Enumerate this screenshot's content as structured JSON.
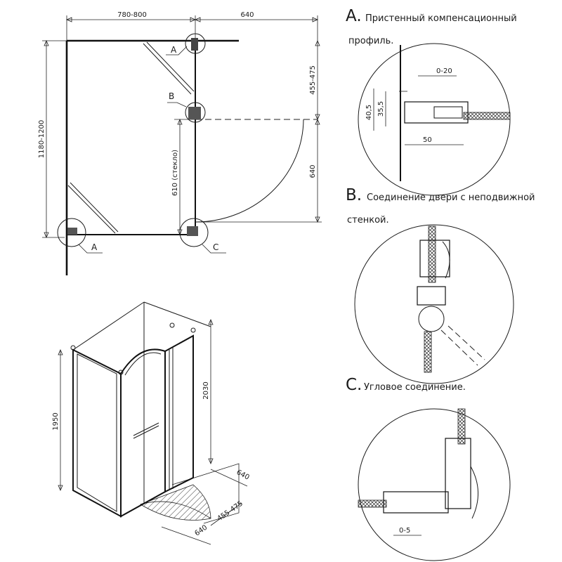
{
  "plan": {
    "dim_width": "780-800",
    "dim_depth_top": "640",
    "dim_height": "1180-1200",
    "dim_comp": "455-475",
    "dim_radius": "640",
    "dim_glass": "610 (стекло)",
    "callout_a_top": "A",
    "callout_b": "B",
    "callout_a_bottom": "A",
    "callout_c": "C"
  },
  "iso": {
    "dim_door_height": "1950",
    "dim_total_height": "2030",
    "dim_depth_right": "640",
    "dim_comp": "455-475",
    "dim_depth_front": "640"
  },
  "details": {
    "a_letter": "A.",
    "a_title_1": "Пристенный компенсационный",
    "a_title_2": "профиль.",
    "a_dim_gap": "0-20",
    "a_dim_h1": "40,5",
    "a_dim_h2": "35,5",
    "a_dim_w": "50",
    "b_letter": "B.",
    "b_title_1": "Соединение двери с неподвижной",
    "b_title_2": "стенкой.",
    "c_letter": "C.",
    "c_title": "Угловое соединение.",
    "c_dim_gap": "0-5"
  }
}
